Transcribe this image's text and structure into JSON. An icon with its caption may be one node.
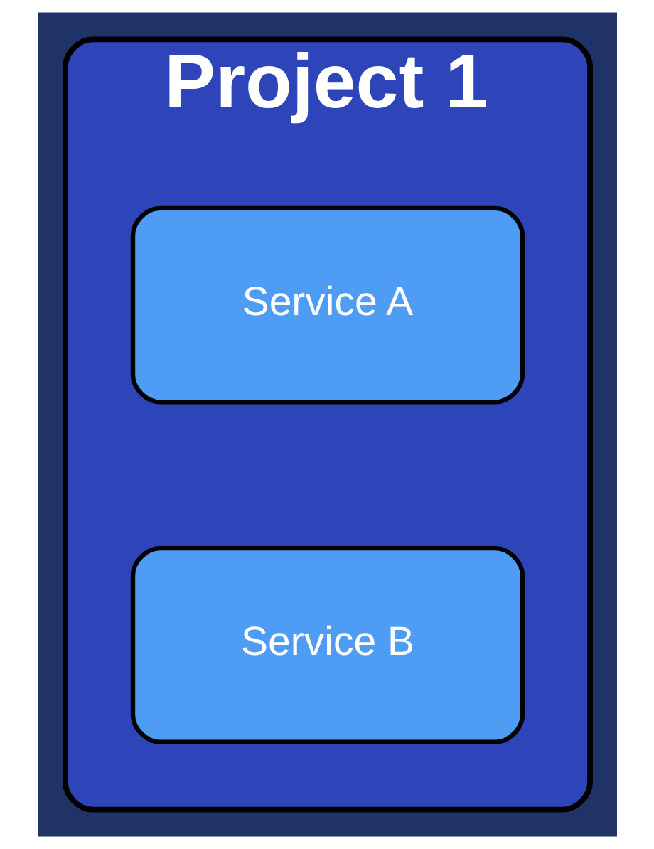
{
  "diagram": {
    "nodes": [
      {
        "text": [
          "Project 1"
        ]
      },
      {
        "text": [
          "Service A"
        ],
        "in": 0
      },
      {
        "text": [
          "Service B"
        ],
        "in": 0
      }
    ],
    "edges": []
  }
}
